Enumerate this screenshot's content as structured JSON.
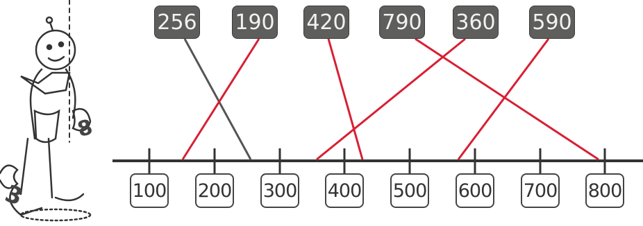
{
  "numbers": [
    "256",
    "190",
    "420",
    "790",
    "360",
    "590"
  ],
  "scale": [
    "100",
    "200",
    "300",
    "400",
    "500",
    "600",
    "700",
    "800"
  ],
  "colors": {
    "box_fill": "#5e5e5c",
    "match_line": "#d81f33",
    "ref_line": "#555555",
    "axis": "#333333"
  },
  "decorations": {
    "robot": "robot-with-digits-icon",
    "digit_a": "8",
    "digit_b": "3"
  }
}
